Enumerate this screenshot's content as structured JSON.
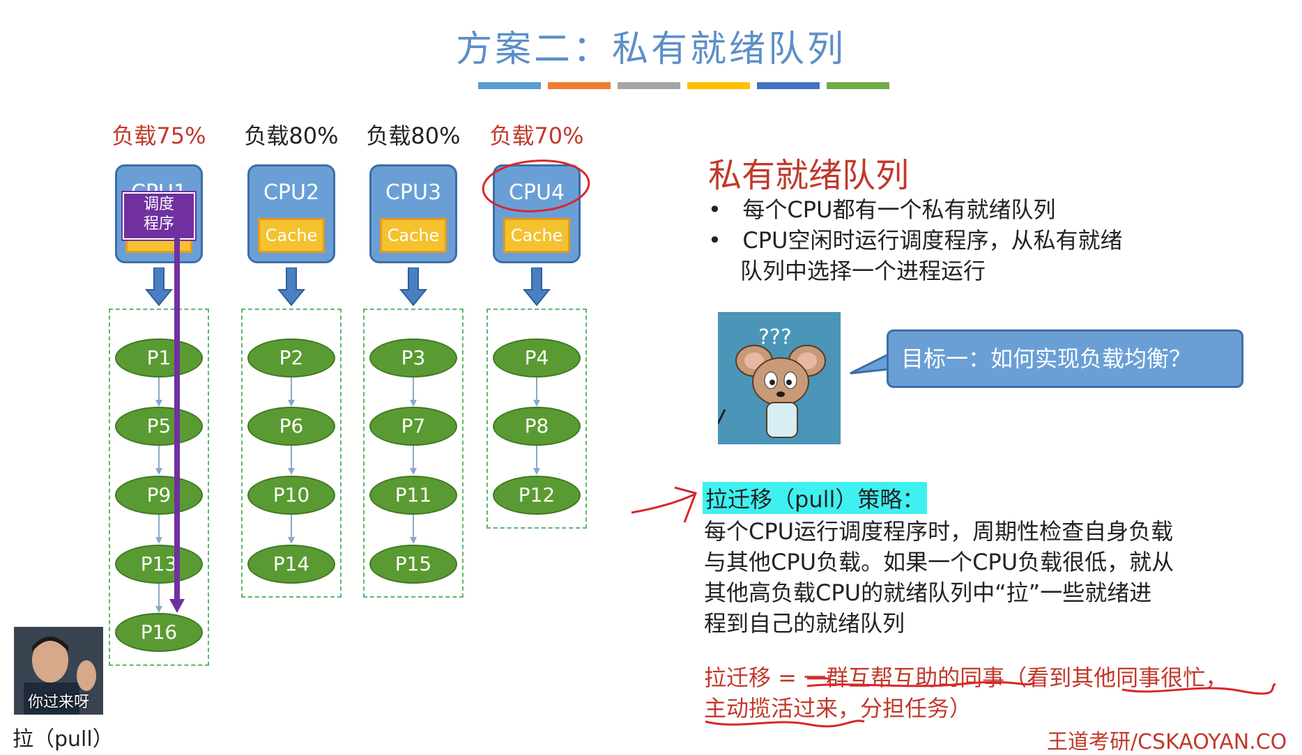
{
  "slide": {
    "title": "方案二：私有就绪队列",
    "title_bar_colors": [
      "#5b9bd5",
      "#ed7d31",
      "#a5a5a5",
      "#ffc000",
      "#4472c4",
      "#70ad47"
    ]
  },
  "cpus": [
    {
      "load": "负载75%",
      "load_color": "#c0392b",
      "name": "CPU1",
      "cache": "Cache",
      "processes": [
        "P1",
        "P5",
        "P9",
        "P13",
        "P16"
      ]
    },
    {
      "load": "负载80%",
      "load_color": "#222222",
      "name": "CPU2",
      "cache": "Cache",
      "processes": [
        "P2",
        "P6",
        "P10",
        "P14"
      ]
    },
    {
      "load": "负载80%",
      "load_color": "#222222",
      "name": "CPU3",
      "cache": "Cache",
      "processes": [
        "P3",
        "P7",
        "P11",
        "P15"
      ]
    },
    {
      "load": "负载70%",
      "load_color": "#c0392b",
      "name": "CPU4",
      "cache": "Cache",
      "processes": [
        "P4",
        "P8",
        "P12"
      ]
    }
  ],
  "scheduler_tag": {
    "line1": "调度",
    "line2": "程序"
  },
  "right": {
    "heading": "私有就绪队列",
    "bullets": [
      "每个CPU都有一个私有就绪队列",
      "CPU空闲时运行调度程序，从私有就绪",
      "队列中选择一个进程运行"
    ],
    "meme_text": "???",
    "bubble": "目标一：如何实现负载均衡？",
    "pull_title": "拉迁移（pull）策略：",
    "pull_lines": [
      "每个CPU运行调度程序时，周期性检查自身负载",
      "与其他CPU负载。如果一个CPU负载很低，就从",
      "其他高负载CPU的就绪队列中“拉”一些就绪进",
      "程到自己的就绪队列"
    ],
    "analogy_lines": [
      "拉迁移 = 一群互帮互助的同事（看到其他同事很忙，",
      "主动揽活过来，分担任务）"
    ]
  },
  "corner": {
    "avatar_text": "你过来呀",
    "caption": "拉（pull）"
  },
  "brand": "王道考研/CSKAOYAN.CO",
  "colors": {
    "cpu_fill": "#6a9fd6",
    "cache_fill": "#f4c22e",
    "process_fill": "#5a9a32",
    "queue_border": "#5bb86b",
    "scheduler_purple": "#7030a0",
    "accent_red": "#c0392b",
    "highlight_cyan": "#3ff0f0"
  }
}
